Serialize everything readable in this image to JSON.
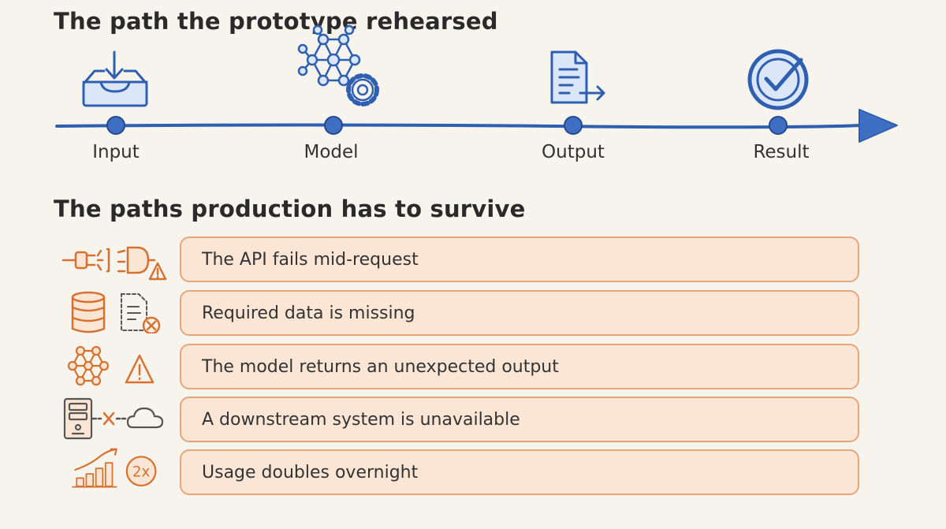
{
  "top_heading": "The path the prototype rehearsed",
  "timeline": {
    "accent": "#2f5fb0",
    "stages": [
      {
        "label": "Input",
        "icon": "inbox-download-icon"
      },
      {
        "label": "Model",
        "icon": "network-gear-icon"
      },
      {
        "label": "Output",
        "icon": "document-export-icon"
      },
      {
        "label": "Result",
        "icon": "check-badge-icon"
      }
    ]
  },
  "bottom_heading": "The paths production has to survive",
  "failures": {
    "accent": "#d9712e",
    "fill": "#fbe6d6",
    "items": [
      {
        "text": "The API fails mid-request",
        "icons": [
          "unplugged-cable-icon",
          "plug-warning-icon"
        ]
      },
      {
        "text": "Required data is missing",
        "icons": [
          "database-icon",
          "missing-document-icon"
        ]
      },
      {
        "text": "The model returns an unexpected output",
        "icons": [
          "network-icon",
          "warning-triangle-icon"
        ]
      },
      {
        "text": "A downstream system is unavailable",
        "icons": [
          "server-icon",
          "broken-link-icon",
          "cloud-icon"
        ]
      },
      {
        "text": "Usage doubles overnight",
        "icons": [
          "growth-bar-chart-icon",
          "double-badge-icon"
        ],
        "badge": "2x"
      }
    ]
  }
}
